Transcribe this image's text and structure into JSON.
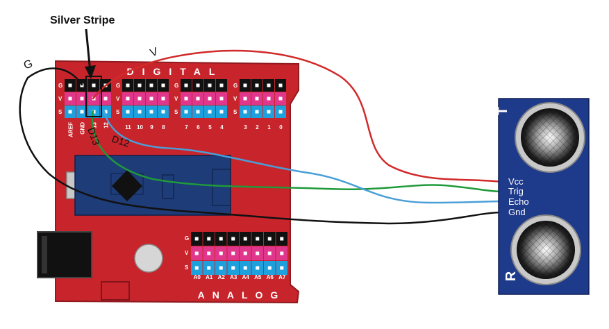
{
  "annotations": {
    "silver_stripe": "Silver Stripe",
    "ground": "G",
    "voltage": "V",
    "d13": "D13",
    "d12": "D12"
  },
  "board": {
    "digital_label": "DIGITAL",
    "analog_label": "ANALOG",
    "row_labels": [
      "G",
      "V",
      "S"
    ],
    "digital_pins_group1": [
      "AREF",
      "GND",
      "13",
      "12"
    ],
    "digital_pins_group2": [
      "11",
      "10",
      "9",
      "8"
    ],
    "digital_pins_group3": [
      "7",
      "6",
      "5",
      "4"
    ],
    "digital_pins_group4": [
      "3",
      "2",
      "1",
      "0"
    ],
    "analog_pins": [
      "A0",
      "A1",
      "A2",
      "A3",
      "A4",
      "A5",
      "A6",
      "A7"
    ]
  },
  "sensor": {
    "pins": [
      "Vcc",
      "Trig",
      "Echo",
      "Gnd"
    ],
    "top_label": "T",
    "bottom_label": "R"
  },
  "colors": {
    "board": "#c8242b",
    "board_edge": "#8f1a1f",
    "header_black": "#111111",
    "header_pink": "#e0368c",
    "header_blue": "#1ea0dc",
    "chip": "#1e3c78",
    "sensor_body": "#1e3a8a",
    "wire_red": "#d12a2a",
    "wire_green": "#1f9a3a",
    "wire_blue": "#4a9fd8",
    "wire_black": "#111111"
  }
}
